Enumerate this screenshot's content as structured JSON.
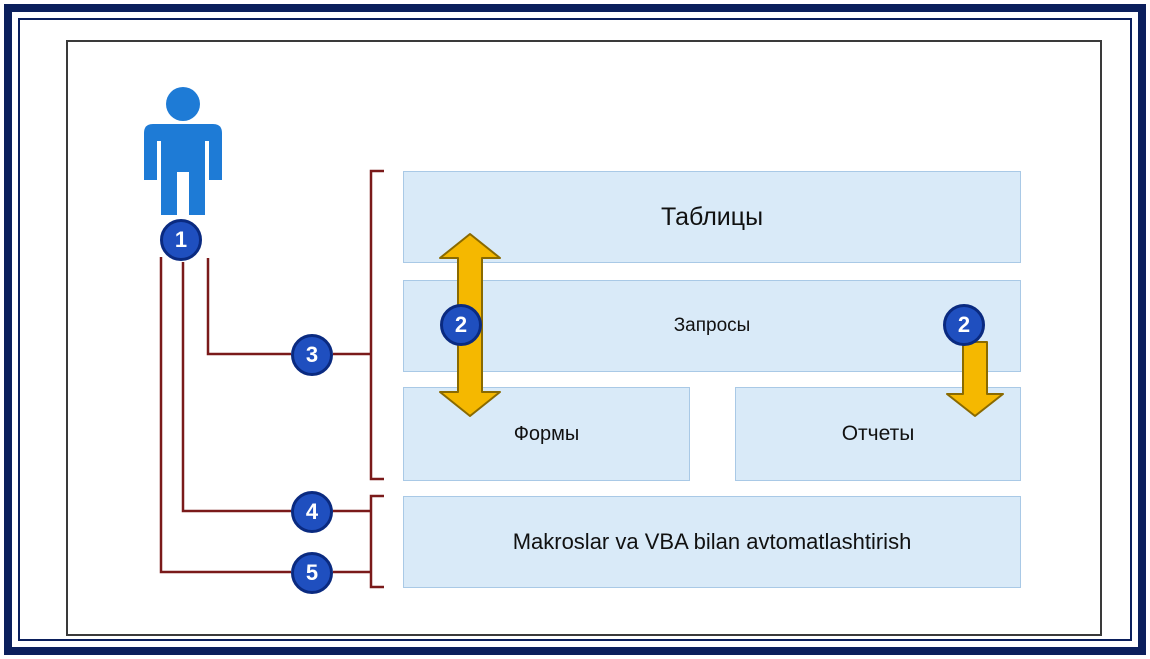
{
  "colors": {
    "frame": "#0b1f5c",
    "box_fill": "#d9eaf8",
    "box_border": "#a9c9e6",
    "person": "#1e7bd6",
    "badge": "#1f4fbf",
    "connector": "#7a1a1a",
    "arrow_fill": "#f5b800",
    "arrow_stroke": "#8a6a00"
  },
  "icons": {
    "user": "person-icon"
  },
  "boxes": {
    "tables": "Таблицы",
    "queries": "Запросы",
    "forms": "Формы",
    "reports": "Отчеты",
    "macros": "Makroslar va VBA bilan avtomatlashtirish"
  },
  "badges": {
    "one": "1",
    "two_left": "2",
    "two_right": "2",
    "three": "3",
    "four": "4",
    "five": "5"
  }
}
